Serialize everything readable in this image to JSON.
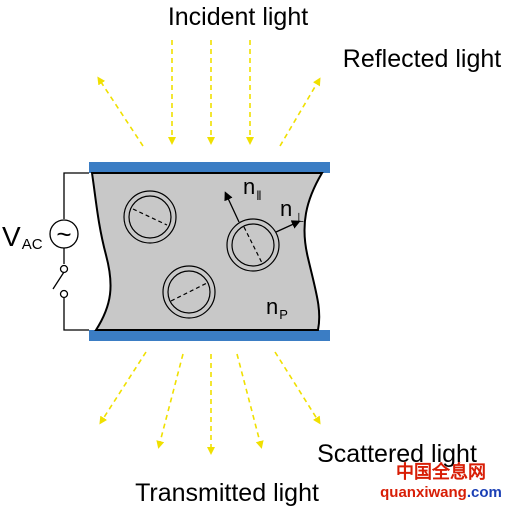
{
  "labels": {
    "incident": "Incident light",
    "reflected": "Reflected light",
    "scattered": "Scattered light",
    "transmitted": "Transmitted light"
  },
  "voltage": {
    "symbol": "V",
    "subscript": "AC",
    "source_glyph": "~"
  },
  "indices": {
    "n_parallel": {
      "letter": "n",
      "sub": "ǁ"
    },
    "n_perp": {
      "letter": "n",
      "sub": "⊥"
    },
    "n_p": {
      "letter": "n",
      "sub": "P"
    }
  },
  "watermark": {
    "cn": "中国全息网",
    "url_main": "quanxiwang",
    "url_tld": ".com"
  },
  "colors": {
    "electrode": "#3b7dc4",
    "cell_fill": "#c8c8c8",
    "light_arrow": "#f0e000",
    "watermark_red": "#d81e06",
    "watermark_blue": "#1a3fb5"
  }
}
